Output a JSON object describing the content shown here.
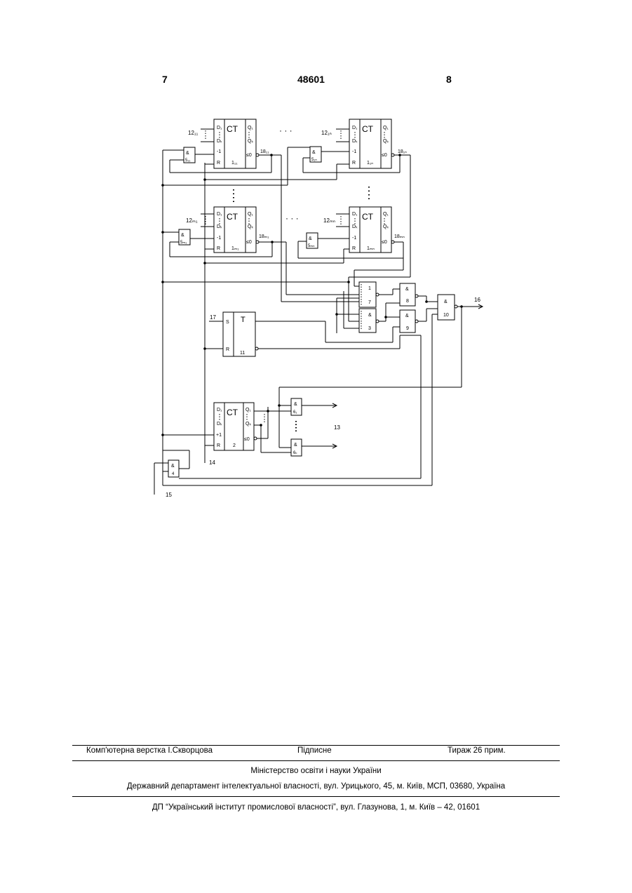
{
  "header": {
    "left_page": "7",
    "patent_number": "48601",
    "right_page": "8"
  },
  "diagram": {
    "counters_top": [
      {
        "label": "CT",
        "input_bus": "12₁₁",
        "input_top": "D₁",
        "input_bottom": "Dₖ",
        "count_input": "-1",
        "reset": "R",
        "output_top": "Q₁",
        "output_bottom": "Qₖ",
        "zero_output": "≤0",
        "number": "1₁₁",
        "gate": "5₁₁",
        "gate_symbol": "&",
        "zero_line": "18₁₁"
      },
      {
        "label": "CT",
        "input_bus": "12₁ₙ",
        "input_top": "D₁",
        "input_bottom": "Dₖ",
        "count_input": "-1",
        "reset": "R",
        "output_top": "Q₁",
        "output_bottom": "Qₖ",
        "zero_output": "≤0",
        "number": "1₁ₙ",
        "gate": "5₁ₙ",
        "gate_symbol": "&",
        "zero_line": "18₁ₙ"
      }
    ],
    "counters_bottom": [
      {
        "label": "CT",
        "input_bus": "12ₘ₁",
        "input_top": "D₁",
        "input_bottom": "Dₖ",
        "count_input": "-1",
        "reset": "R",
        "output_top": "Q₁",
        "output_bottom": "Qₖ",
        "zero_output": "≤0",
        "number": "1ₘ₁",
        "gate": "5ₘ₁",
        "gate_symbol": "&",
        "zero_line": "18ₘ₁"
      },
      {
        "label": "CT",
        "input_bus": "12ₘₙ",
        "input_top": "D₁",
        "input_bottom": "Dₖ",
        "count_input": "-1",
        "reset": "R",
        "output_top": "Q₁",
        "output_bottom": "Qₖ",
        "zero_output": "≤0",
        "number": "1ₘₙ",
        "gate": "5ₘₙ",
        "gate_symbol": "&",
        "zero_line": "18ₘₙ"
      }
    ],
    "ellipsis_h": "· · ·",
    "trigger": {
      "label": "T",
      "set": "S",
      "reset": "R",
      "number": "11",
      "set_line": "17"
    },
    "counter2": {
      "label": "CT",
      "input_top": "D₁",
      "input_bottom": "Dₖ",
      "count_input": "+1",
      "reset": "R",
      "output_top": "Q₁",
      "output_bottom": "Qₖ",
      "zero_output": "≤0",
      "number": "2"
    },
    "gates": {
      "g7": {
        "symbol": "1",
        "number": "7"
      },
      "g3": {
        "symbol": "&",
        "number": "3"
      },
      "g8": {
        "symbol": "&",
        "number": "8"
      },
      "g9": {
        "symbol": "&",
        "number": "9"
      },
      "g10": {
        "symbol": "&",
        "number": "10"
      },
      "g4": {
        "symbol": "&",
        "number": "4"
      },
      "g6_1": {
        "symbol": "&",
        "number": "6₁"
      },
      "g6_k": {
        "symbol": "&",
        "number": "6ₖ"
      }
    },
    "lines": {
      "output": "16",
      "bus": "13",
      "line14": "14",
      "line15": "15"
    }
  },
  "footer": {
    "layout": "Комп'ютерна верстка І.Скворцова",
    "signed": "Підписне",
    "circulation": "Тираж 26 прим.",
    "ministry": "Міністерство освіти і науки України",
    "department": "Державний департамент інтелектуальної власності, вул. Урицького, 45, м. Київ, МСП, 03680, Україна",
    "institute": "ДП “Український інститут промислової власності”, вул. Глазунова, 1, м. Київ – 42, 01601"
  }
}
